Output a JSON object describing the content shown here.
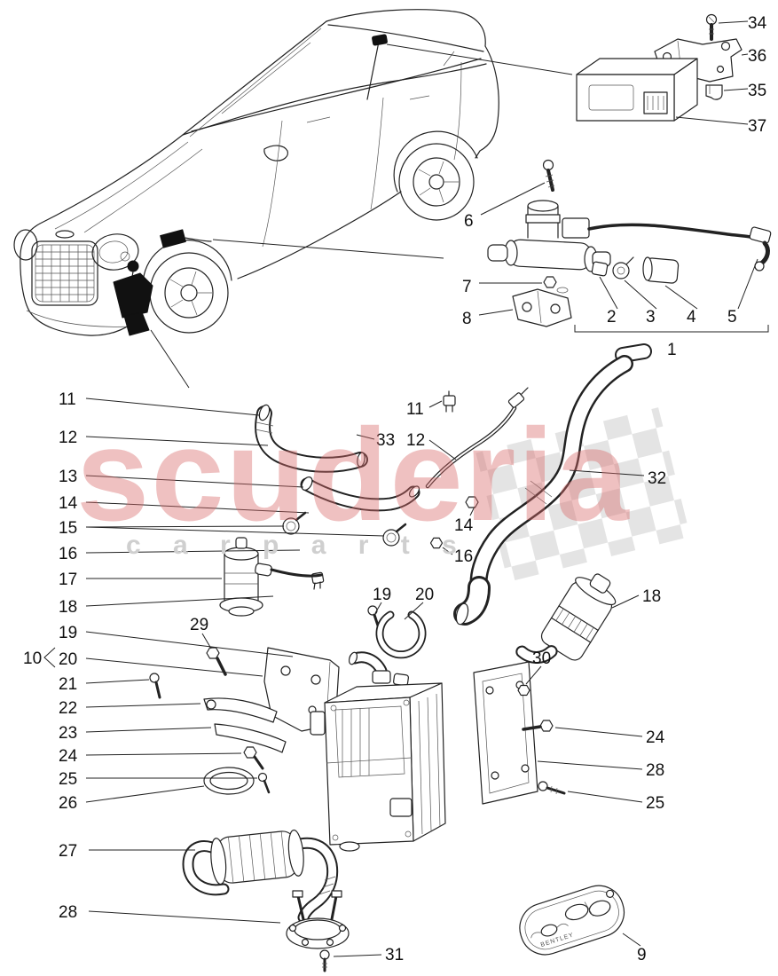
{
  "watermark": {
    "word": "scuderia",
    "sub": "c a r     p a r t s",
    "word_color": "#d86c6c",
    "sub_color": "#cfcfcf",
    "flag_color": "#d9d9d9"
  },
  "fob": {
    "label": "BENTLEY"
  },
  "callouts": {
    "group": "10",
    "left": [
      "11",
      "12",
      "13",
      "14",
      "15",
      "16",
      "17",
      "18",
      "19",
      "20",
      "21",
      "22",
      "23",
      "24",
      "25",
      "26",
      "27",
      "28"
    ],
    "tr": {
      "c34": "34",
      "c36": "36",
      "c35": "35",
      "c37": "37"
    },
    "valve": {
      "c6": "6",
      "c7": "7",
      "c8": "8",
      "c2": "2",
      "c3": "3",
      "c4": "4",
      "c5": "5",
      "c1": "1"
    },
    "mid": {
      "c33": "33",
      "c11": "11",
      "c12": "12",
      "c32": "32",
      "c14": "14",
      "c16": "16",
      "c19": "19",
      "c20": "20",
      "c18": "18",
      "c29": "29",
      "c30": "30",
      "c24": "24",
      "c28": "28",
      "c25": "25",
      "c31": "31",
      "c9": "9"
    }
  }
}
